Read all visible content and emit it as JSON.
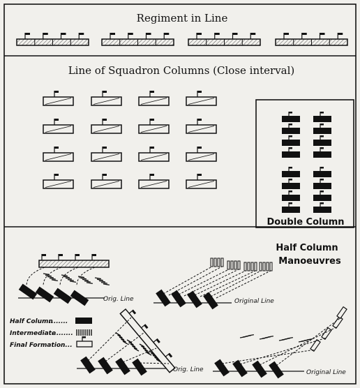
{
  "regiment": {
    "title": "Regiment in Line"
  },
  "squadron": {
    "title": "Line of Squadron Columns (Close interval)"
  },
  "double_column": {
    "title": "Double Column"
  },
  "half_column": {
    "title_line1": "Half Column",
    "title_line2": "Manoeuvres",
    "orig_line_label": "Orig. Line",
    "original_line_label": "Original Line"
  },
  "legend": {
    "half_column": "Half Column",
    "intermediate": "Intermediate",
    "final_formation": "Final Formation"
  },
  "colors": {
    "ink": "#111111",
    "paper": "#f1f0ec",
    "shade": "#222222"
  }
}
